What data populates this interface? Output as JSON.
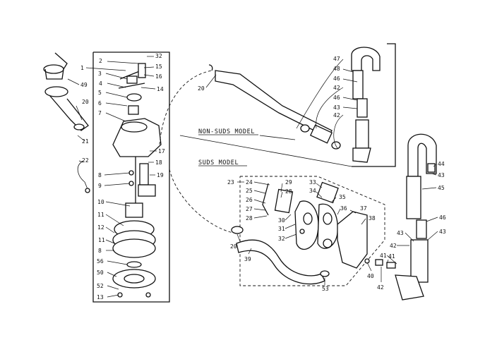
{
  "models": {
    "non_suds": "NON-SUDS MODEL",
    "suds": "SUDS MODEL"
  },
  "callouts": {
    "left_column": [
      "1",
      "2",
      "3",
      "4",
      "5",
      "6",
      "7",
      "8",
      "9",
      "10",
      "11",
      "12",
      "11",
      "8",
      "56",
      "50",
      "52",
      "13"
    ],
    "left_right_column": [
      "32",
      "15",
      "16",
      "14",
      "17",
      "18",
      "19"
    ],
    "left_hoses": [
      "49",
      "20",
      "21",
      "22"
    ],
    "non_suds": [
      "20",
      "47",
      "48",
      "46",
      "42",
      "46",
      "43",
      "42"
    ],
    "suds_kit": [
      "23",
      "24",
      "25",
      "26",
      "27",
      "28",
      "29",
      "28",
      "30",
      "31",
      "32",
      "33",
      "34",
      "35",
      "36",
      "37",
      "38",
      "40",
      "42",
      "41",
      "20",
      "39",
      "53"
    ],
    "right_pipes": [
      "44",
      "43",
      "45",
      "46",
      "43",
      "43",
      "42",
      "41"
    ]
  }
}
